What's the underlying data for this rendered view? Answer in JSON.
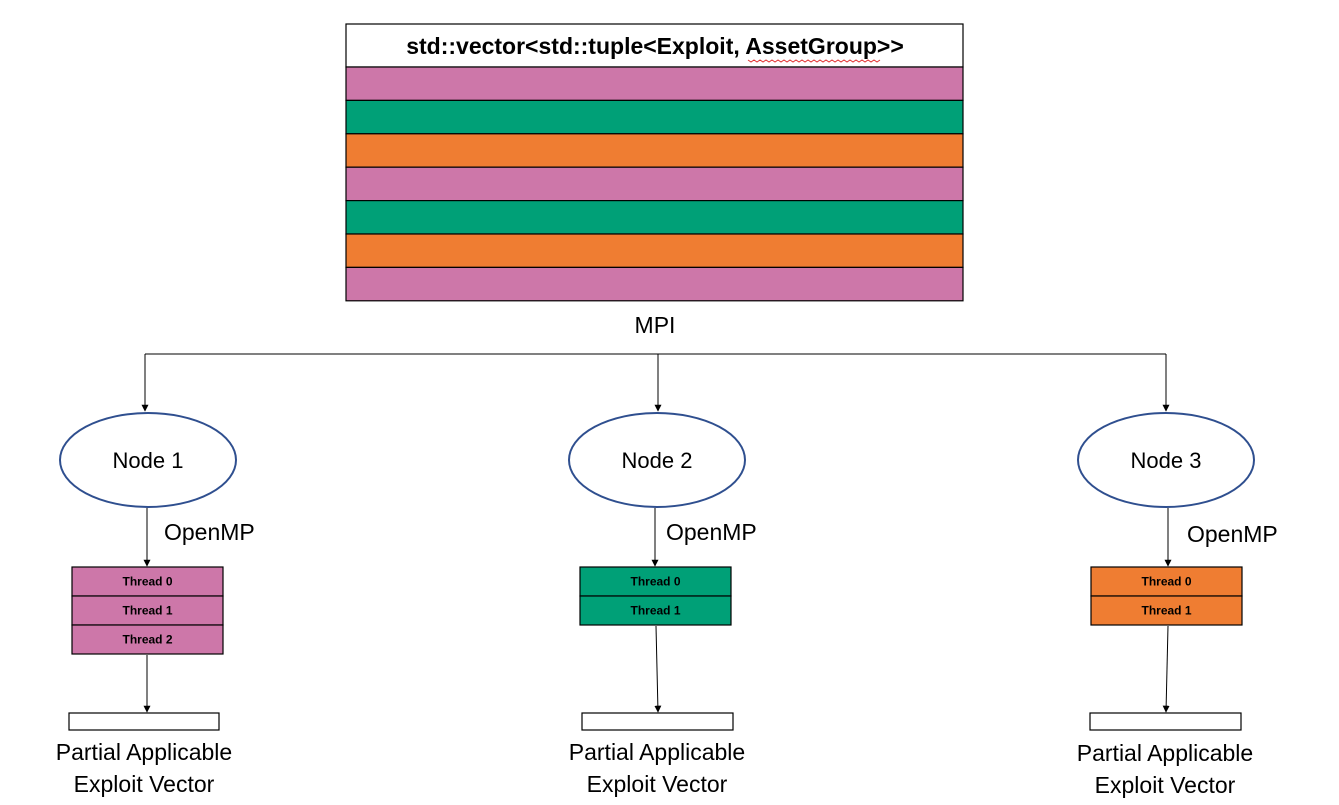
{
  "vector": {
    "title_prefix": "std::vector<std::tuple<Exploit, ",
    "title_highlight": "AssetGroup",
    "title_suffix": ">>",
    "rows": [
      "pink",
      "green",
      "orange",
      "pink",
      "green",
      "orange",
      "pink"
    ]
  },
  "colors": {
    "pink": "#cd77a9",
    "green": "#00a077",
    "orange": "#ef7d32",
    "node_outline": "#2f4f8f",
    "line": "#000000"
  },
  "mpi_label": "MPI",
  "openmp_label": "OpenMP",
  "output_label_line1": "Partial Applicable",
  "output_label_line2": "Exploit Vector",
  "nodes": [
    {
      "name": "Node 1",
      "color": "pink",
      "threads": [
        "Thread 0",
        "Thread 1",
        "Thread 2"
      ]
    },
    {
      "name": "Node 2",
      "color": "green",
      "threads": [
        "Thread 0",
        "Thread 1"
      ]
    },
    {
      "name": "Node 3",
      "color": "orange",
      "threads": [
        "Thread 0",
        "Thread 1"
      ]
    }
  ]
}
